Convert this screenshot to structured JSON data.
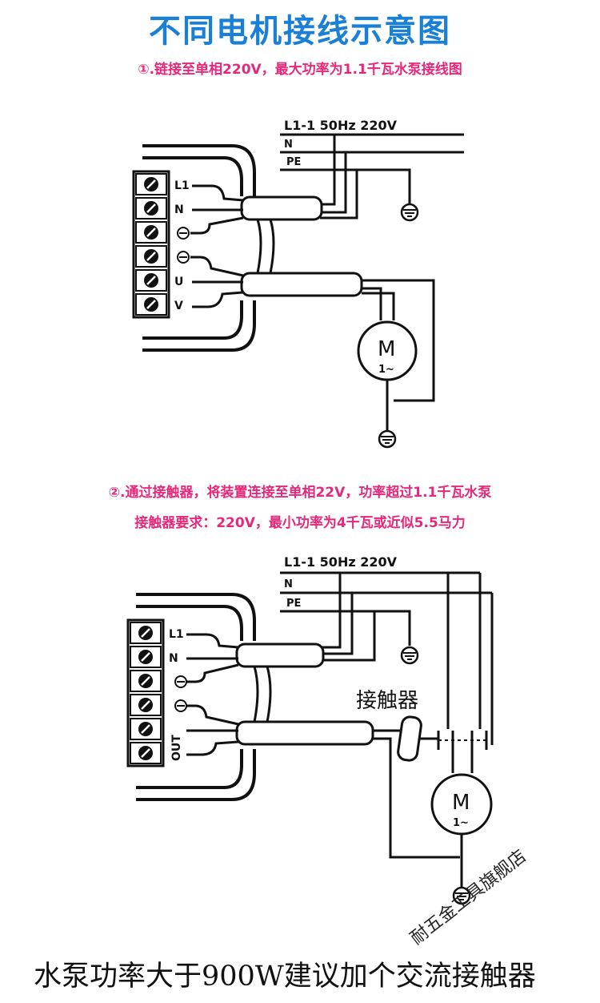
{
  "title": "不同电机接线示意图",
  "section1": {
    "caption": "①.链接至单相220V，最大功率为1.1千瓦水泵接线图",
    "supply_label": "L1-1  50Hz   220V",
    "n_label": "N",
    "pe_label": "PE",
    "terminals": [
      "L1",
      "N",
      "",
      "",
      "U",
      "V"
    ],
    "motor_label": "M",
    "motor_sub": "1~"
  },
  "section2": {
    "caption_line1": "②.通过接触器，将装置连接至单相22V，功率超过1.1千瓦水泵",
    "caption_line2": "接触器要求：220V，最小功率为4千瓦或近似5.5马力",
    "supply_label": "L1-1  50Hz   220V",
    "n_label": "N",
    "pe_label": "PE",
    "terminals": [
      "L1",
      "N",
      "",
      ""
    ],
    "out_label": "OUT",
    "contactor_label": "接触器",
    "motor_label": "M",
    "motor_sub": "1~"
  },
  "footer": "水泵功率大于900W建议加个交流接触器",
  "watermark": "耐五金工具旗舰店"
}
